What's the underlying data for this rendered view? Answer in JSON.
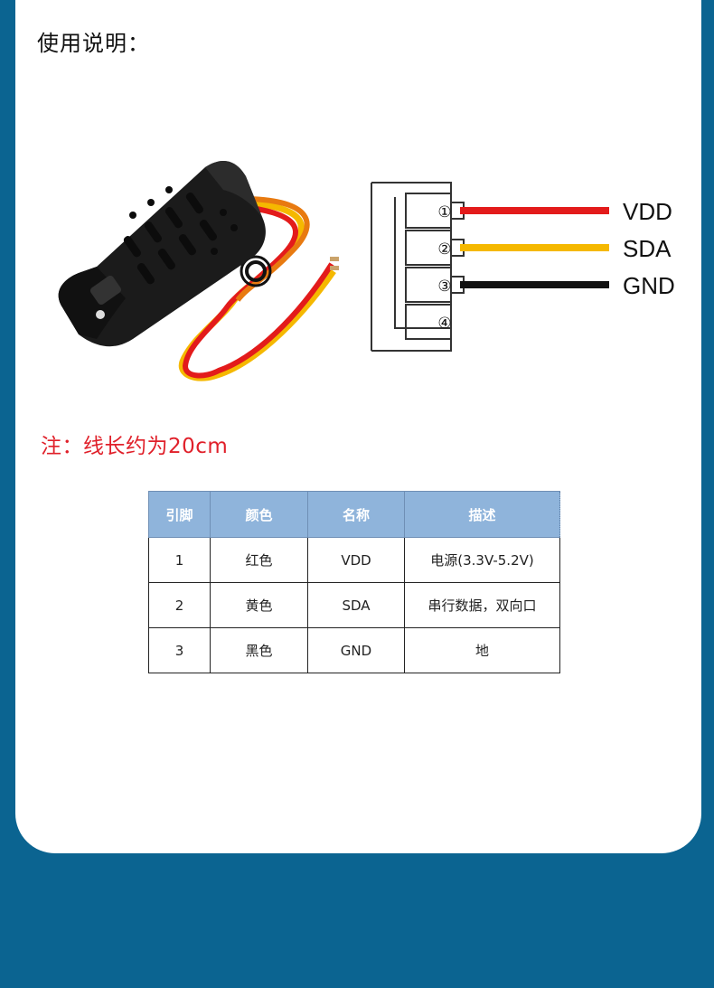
{
  "heading": "使用说明：",
  "diagram": {
    "labels": [
      "VDD",
      "SDA",
      "GND"
    ],
    "pins": [
      "①",
      "②",
      "③",
      "④"
    ],
    "colors": {
      "vdd": "#e31b1b",
      "sda": "#f5b800",
      "gnd": "#111111"
    }
  },
  "note": "注：线长约为20cm",
  "table": {
    "headers": [
      "引脚",
      "颜色",
      "名称",
      "描述"
    ],
    "rows": [
      [
        "1",
        "红色",
        "VDD",
        "电源(3.3V-5.2V)"
      ],
      [
        "2",
        "黄色",
        "SDA",
        "串行数据，双向口"
      ],
      [
        "3",
        "黑色",
        "GND",
        "地"
      ]
    ]
  }
}
